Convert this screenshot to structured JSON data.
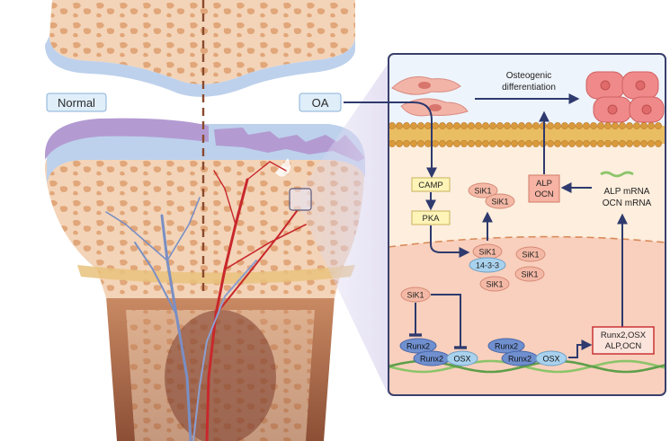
{
  "labels": {
    "normal": "Normal",
    "oa": "OA",
    "osteogenic_line1": "Osteogenic",
    "osteogenic_line2": "differentiation",
    "camp": "CAMP",
    "pka": "PKA",
    "sik1": "SiK1",
    "protein_1433": "14-3-3",
    "alp": "ALP",
    "ocn": "OCN",
    "alp_mrna": "ALP mRNA",
    "ocn_mrna": "OCN mRNA",
    "runx2": "Runx2",
    "osx": "OSX",
    "target_genes_line1": "Runx2,OSX",
    "target_genes_line2": "ALP,OCN"
  },
  "icons": [
    "bone-joint-illustration",
    "blood-vessel-icon",
    "mesenchymal-cell-icon",
    "osteoblast-cell-icon",
    "cell-membrane-icon",
    "dna-helix-icon",
    "mrna-strand-icon"
  ],
  "colors": {
    "bone_fill": "#f3d4b8",
    "bone_pore": "#e1a679",
    "cartilage": "#bdd1ec",
    "cartilage_purple": "#b39bd2",
    "artery": "#c8282c",
    "vein": "#7a8fc4",
    "panel_border": "#3a3f6b",
    "cytoplasm": "#fdeedd",
    "nucleus": "#f9d0bd",
    "arrow": "#2e3a6e",
    "sik1": "#f4b9a6",
    "runx2": "#6f8fcf",
    "osx": "#a9d2ee",
    "label_box": "#dfeef9",
    "yellow_box": "#fff4b8",
    "red_box": "#f7b3a3"
  }
}
